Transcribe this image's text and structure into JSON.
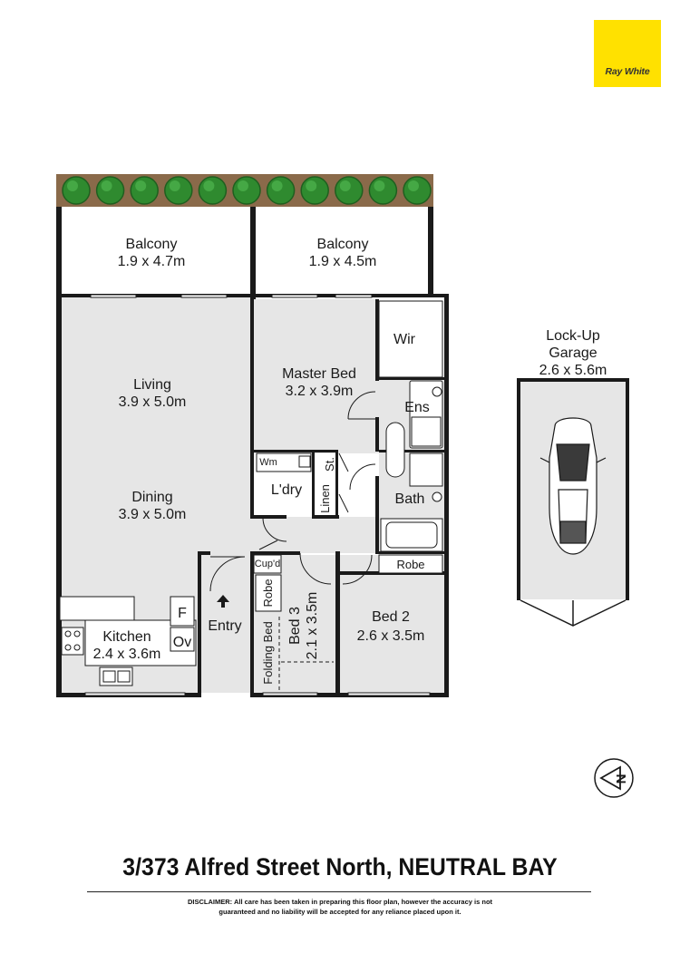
{
  "brand": {
    "name": "Ray White",
    "color": "#ffe100"
  },
  "rooms": {
    "balcony_left": {
      "name": "Balcony",
      "size": "1.9 x 4.7m"
    },
    "balcony_right": {
      "name": "Balcony",
      "size": "1.9 x 4.5m"
    },
    "living": {
      "name": "Living",
      "size": "3.9 x 5.0m"
    },
    "dining": {
      "name": "Dining",
      "size": "3.9 x 5.0m"
    },
    "master_bed": {
      "name": "Master Bed",
      "size": "3.2 x 3.9m"
    },
    "kitchen": {
      "name": "Kitchen",
      "size": "2.4 x 3.6m"
    },
    "bed2": {
      "name": "Bed 2",
      "size": "2.6 x 3.5m"
    },
    "bed3": {
      "name": "Bed 3",
      "size": "2.1 x 3.5m"
    },
    "garage": {
      "name_line1": "Lock-Up",
      "name_line2": "Garage",
      "size": "2.6 x 5.6m"
    }
  },
  "labels": {
    "wir": "Wir",
    "ens": "Ens",
    "wm": "Wm",
    "st": "St.",
    "laundry": "L'dry",
    "linen": "Linen",
    "bath": "Bath",
    "robe_bed2": "Robe",
    "robe_bed3": "Robe",
    "cupd": "Cup'd",
    "folding_bed": "Folding Bed",
    "entry": "Entry",
    "fridge": "F",
    "oven": "Ov"
  },
  "compass": {
    "letter": "N"
  },
  "address": "3/373 Alfred Street North, NEUTRAL BAY",
  "disclaimer": {
    "line1": "DISCLAIMER: All care has been taken in preparing this floor plan, however the accuracy is not",
    "line2": "guaranteed and no liability will be accepted for any reliance placed upon it."
  },
  "colors": {
    "floor": "#e6e6e6",
    "wall": "#1a1a1a",
    "hedge_soil": "#8a6a4a",
    "bush": "#2f8a2f",
    "brand": "#ffe100"
  }
}
